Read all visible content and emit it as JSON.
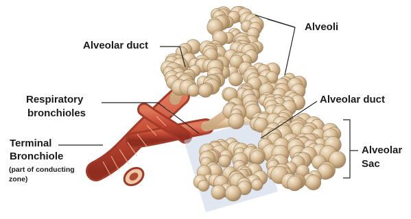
{
  "labels": {
    "alveolar_duct_top": "Alveolar duct",
    "alveoli": "Alveoli",
    "respiratory_bronchioles_line1": "Respiratory",
    "respiratory_bronchioles_line2": "bronchioles",
    "alveolar_duct_right": "Alveolar duct",
    "terminal_bronchiole_line1": "Terminal",
    "terminal_bronchiole_line2": "Bronchiole",
    "conducting_zone_line1": "(part of conducting",
    "conducting_zone_line2": "zone)",
    "alveolar_sac_line1": "Alveolar",
    "alveolar_sac_line2": "Sac"
  },
  "colors": {
    "alveolus_fill": "#d8bd96",
    "alveolus_highlight": "#f3e6d1",
    "alveolus_shadow": "#a98b66",
    "bronchiole_muscle": "#c9503c",
    "bronchiole_tissue": "#e0b894",
    "section_cut": "#c9d3e3",
    "leader_line": "#222222"
  }
}
